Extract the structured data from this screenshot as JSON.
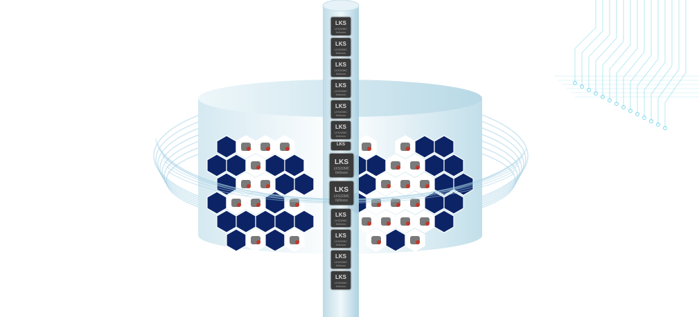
{
  "chip": {
    "brand": "LKS",
    "model": "LKS32MC",
    "code": "0x0xxxx"
  },
  "colors": {
    "navy": "#0c2466",
    "cylinder": "#cfe6ef",
    "ring": "#a9d3e6",
    "circuit": "#7fd8ea"
  },
  "chips": [
    "normal",
    "normal",
    "normal",
    "normal",
    "normal",
    "normal",
    "small",
    "big",
    "big",
    "normal",
    "normal",
    "normal",
    "normal"
  ]
}
